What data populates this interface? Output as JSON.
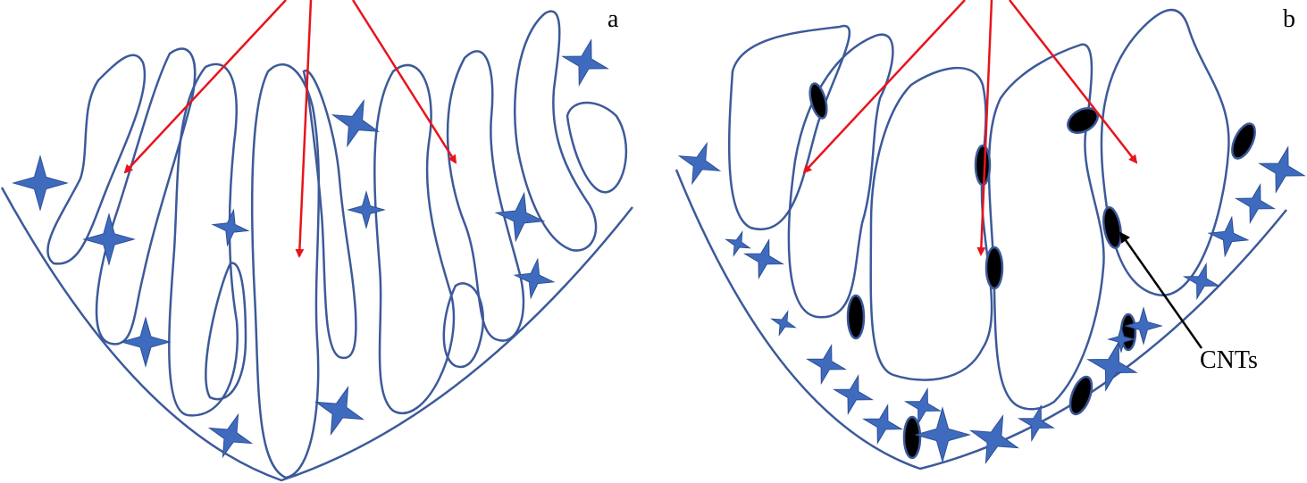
{
  "panels": {
    "a": {
      "label": "a"
    },
    "b": {
      "label": "b",
      "annotation": "CNTs"
    }
  },
  "colors": {
    "outline": "#3c5a9a",
    "star": "#3f6bbf",
    "arrow": "#e8141c",
    "cnt": "#000000"
  }
}
